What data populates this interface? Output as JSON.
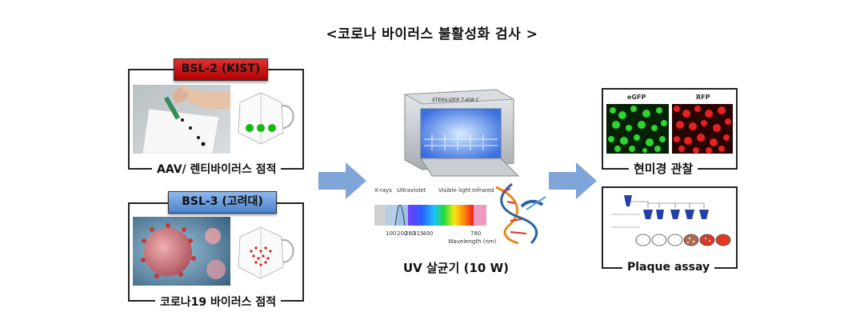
{
  "title": "<코로나 바이러스 불활성화 검사 >",
  "left_top": {
    "badge": "BSL-2 (KIST)",
    "caption": "AAV/ 렌티바이러스 점적",
    "badge_color": "#c81818"
  },
  "left_bottom": {
    "badge": "BSL-3 (고려대)",
    "caption": "코로나19 바이러스 점적",
    "badge_color": "#5a8fd6"
  },
  "center": {
    "sterilizer_label": "STERILIZER T-408 C",
    "caption": "UV 살균기 (10 W)",
    "spectrum_labels": [
      "X-rays",
      "Ultraviolet",
      "Visible light",
      "Infrared"
    ],
    "spectrum_ticks": [
      "100",
      "200",
      "280",
      "315",
      "400",
      "780"
    ],
    "spectrum_axis": "Wavelength (nm)"
  },
  "right_top": {
    "labels": [
      "eGFP",
      "RFP"
    ],
    "caption": "현미경 관찰"
  },
  "right_bottom": {
    "caption": "Plaque assay"
  },
  "colors": {
    "arrow": "#7fa4d8",
    "egfp": "#1fa51f",
    "rfp": "#d21818"
  }
}
